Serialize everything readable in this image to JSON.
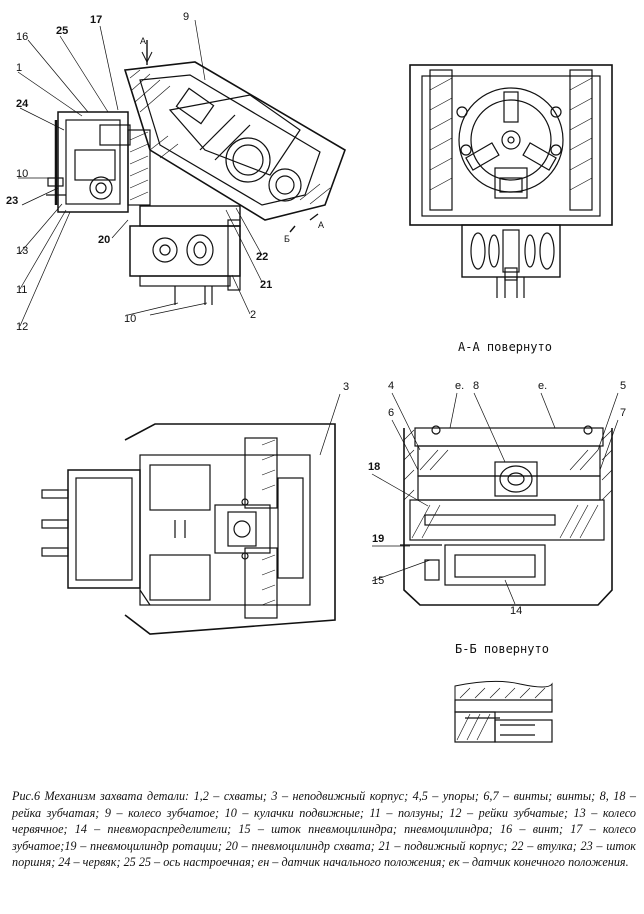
{
  "views": {
    "section_aa": "А-А повернуто",
    "section_bb": "Б-Б повернуто",
    "cut_a": "А",
    "cut_b": "Б",
    "sensor_e": "е."
  },
  "callouts_main": [
    "16",
    "25",
    "17",
    "9",
    "1",
    "24",
    "10",
    "23",
    "13",
    "11",
    "12",
    "20",
    "22",
    "21",
    "10",
    "2"
  ],
  "callouts_plan": [
    "3"
  ],
  "callouts_bb": [
    "4",
    "6",
    "8",
    "5",
    "7",
    "18",
    "19",
    "15",
    "14"
  ],
  "caption": "Рис.6 Механизм захвата детали: 1,2 – схваты; 3 – неподвижный корпус; 4,5 – упоры; 6,7 – винты; винты; 8, 18 – рейка зубчатая; 9 – колесо зубчатое; 10 – кулачки подвижные; 11 – ползуны; 12 – рейки зубчатые; 13 – колесо червячное; 14 – пневмораспределители; 15 – шток пневмоцилиндра; пневмоцилиндра; 16 – винт; 17 – колесо зубчатое;19 – пневмоцилиндр ротации; 20 – пневмоцилиндр схвата; 21 – подвижный корпус; 22 – втулка; 23 – шток поршня; 24 – червяк; 25 25 – ось настроечная; eн – датчик начального положения; eк – датчик конечного положения."
}
